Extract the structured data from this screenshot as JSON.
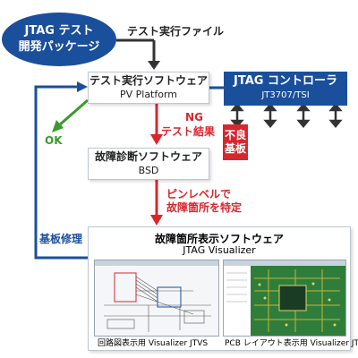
{
  "package": {
    "line1": "JTAG テスト",
    "line2": "開発パッケージ"
  },
  "labels": {
    "test_file": "テスト実行ファイル",
    "ng_line1": "NG",
    "ng_line2": "テスト結果",
    "ok": "OK",
    "pin_line1": "ピンレベルで",
    "pin_line2": "故障箇所を特定",
    "repair": "基板修理"
  },
  "test_sw": {
    "title": "テスト実行ソフトウェア",
    "sub": "PV Platform"
  },
  "bsd": {
    "title": "故障診断ソフトウェア",
    "sub": "BSD"
  },
  "controller": {
    "title": "JTAG コントローラ",
    "sub": "JT3707/TSI"
  },
  "defect": {
    "line1": "不良",
    "line2": "基板"
  },
  "visualizer": {
    "title": "故障箇所表示ソフトウェア",
    "sub": "JTAG Visualizer",
    "caption_left": "回路図表示用 Visualizer JTVS",
    "caption_right": "PCB レイアウト表示用 Visualizer JTVB"
  },
  "colors": {
    "navy": "#1a4f9c",
    "red": "#d8262e",
    "green": "#3a9a2b"
  }
}
